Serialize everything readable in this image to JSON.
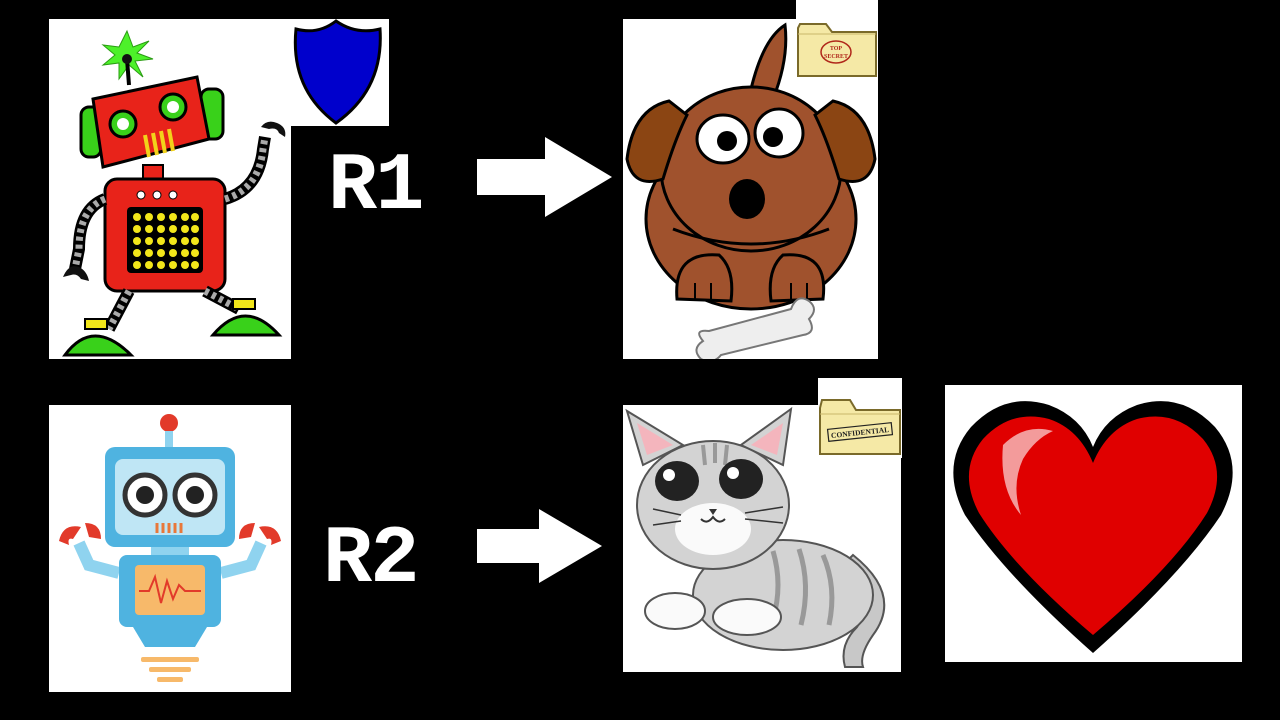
{
  "rows": [
    {
      "label": "R1",
      "subject": "red-robot",
      "target": "dog",
      "badge": "shield",
      "target_badge": "folder",
      "target_badge_text": [
        "TOP",
        "SECRET"
      ]
    },
    {
      "label": "R2",
      "subject": "blue-robot",
      "target": "cat",
      "target_badge": "folder",
      "target_badge_text": [
        "CONFIDENTIAL"
      ]
    }
  ],
  "extra": "heart",
  "colors": {
    "background": "#000000",
    "text": "#ffffff",
    "shield": "#0000cc",
    "heart": "#e00000",
    "robot1_body": "#e8231a",
    "robot2_body": "#4fb3e0",
    "dog": "#a0522d",
    "folder": "#f5e9a6"
  }
}
